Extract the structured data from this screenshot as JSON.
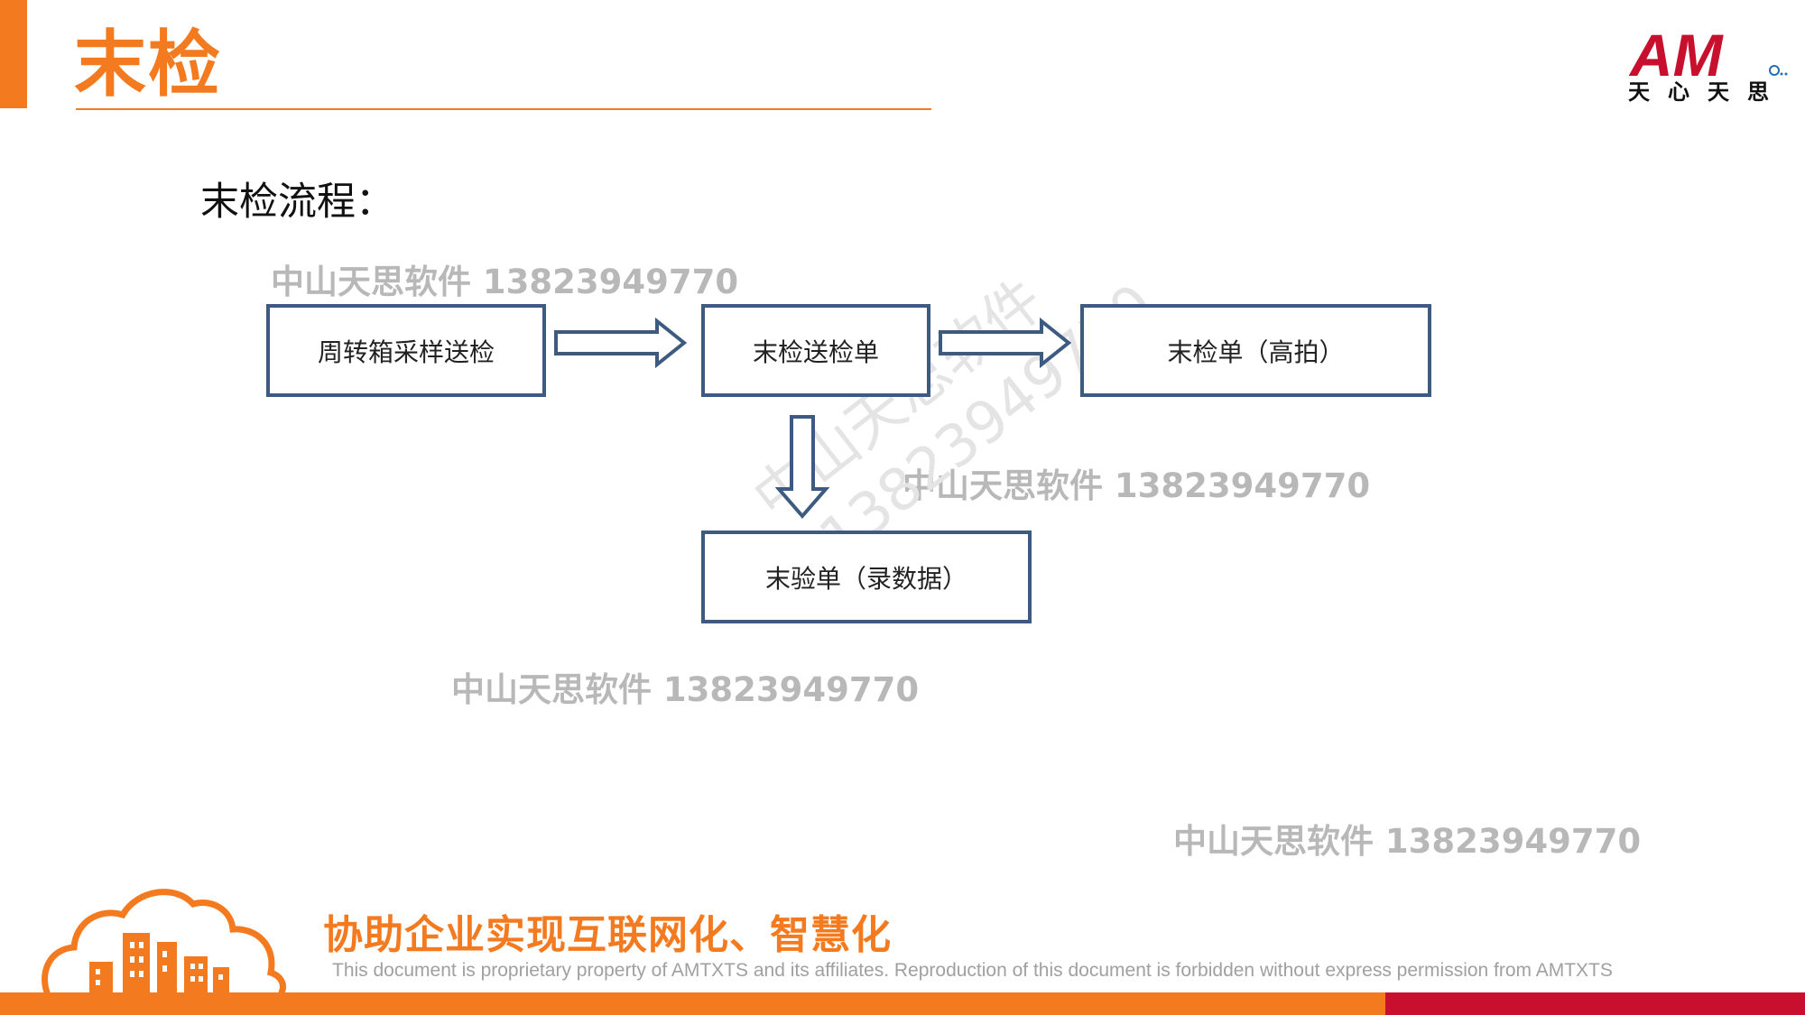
{
  "header": {
    "title": "末检",
    "logo_text": "AM",
    "logo_subtext": "天心天思"
  },
  "content": {
    "subtitle": "末检流程："
  },
  "flow": {
    "step1": "周转箱采样送检",
    "step2": "末检送检单",
    "step3": "末检单（高拍）",
    "step4": "末验单（录数据）"
  },
  "watermarks": {
    "w1": "中山天思软件 13823949770",
    "w2": "中山天思软件 13823949770",
    "w3": "中山天思软件 13823949770",
    "w4": "中山天思软件 13823949770",
    "diag_line1": "中山天思软件",
    "diag_line2": "13823949770"
  },
  "footer": {
    "slogan": "协助企业实现互联网化、智慧化",
    "disclaimer": "This document is proprietary property of AMTXTS and its affiliates. Reproduction of this document is forbidden without express permission from AMTXTS"
  },
  "colors": {
    "brand_orange": "#f47a20",
    "brand_red": "#c8102e",
    "box_border": "#3d5a80",
    "watermark": "#b8b8b8"
  }
}
